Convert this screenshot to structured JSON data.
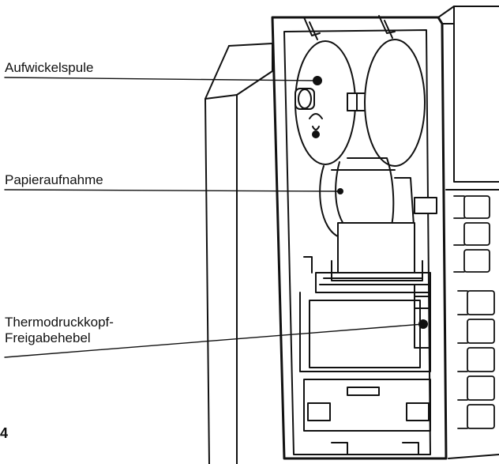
{
  "labels": {
    "take_up_spool": "Aufwickelspule",
    "paper_holder": "Papieraufnahme",
    "head_release_line1": "Thermodruckkopf-",
    "head_release_line2": "Freigabehebel",
    "page_marker": "4"
  },
  "colors": {
    "line": "#111111",
    "background": "#ffffff"
  }
}
